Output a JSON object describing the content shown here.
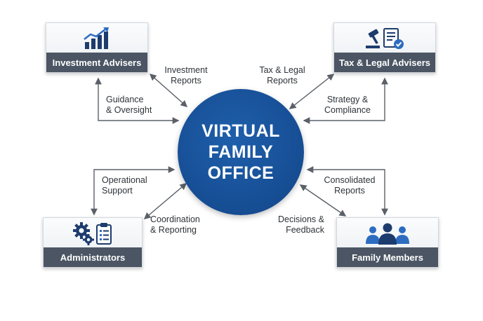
{
  "center": {
    "lines": [
      "VIRTUAL",
      "FAMILY",
      "OFFICE"
    ]
  },
  "nodes": {
    "investment": {
      "label": "Investment Advisers",
      "icon": "bar-chart-growth-icon"
    },
    "tax": {
      "label": "Tax & Legal Advisers",
      "icon": "gavel-document-icon"
    },
    "admin": {
      "label": "Administrators",
      "icon": "gears-clipboard-icon"
    },
    "family": {
      "label": "Family Members",
      "icon": "people-group-icon"
    }
  },
  "flows": {
    "investment_reports": [
      "Investment",
      "Reports"
    ],
    "guidance": [
      "Guidance",
      "& Oversight"
    ],
    "tax_reports": [
      "Tax & Legal",
      "Reports"
    ],
    "strategy": [
      "Strategy &",
      "Compliance"
    ],
    "operational": [
      "Operational",
      "Support"
    ],
    "coordination": [
      "Coordination",
      "& Reporting"
    ],
    "consolidated": [
      "Consolidated",
      "Reports"
    ],
    "decisions": [
      "Decisions &",
      "Feedback"
    ]
  },
  "colors": {
    "circle": "#164d93",
    "label_bar": "#4b5563",
    "icon_navy": "#1d3c6e",
    "icon_blue": "#2d6cc0",
    "arrow": "#5b6068"
  }
}
